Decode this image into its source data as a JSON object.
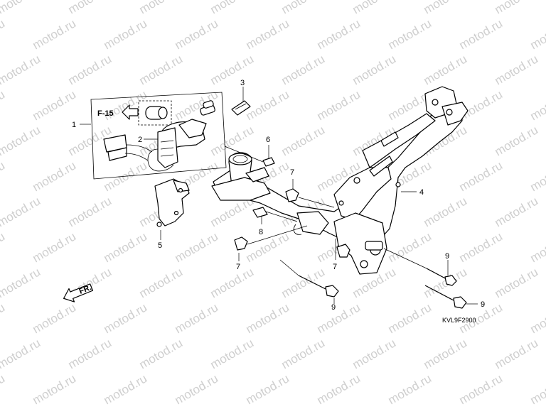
{
  "diagram": {
    "reference": "F-15",
    "direction_label": "FR.",
    "drawing_code": "KVL9F2900",
    "watermark": "motod.ru",
    "callouts": [
      {
        "id": "c1",
        "label": "1"
      },
      {
        "id": "c2",
        "label": "2"
      },
      {
        "id": "c3",
        "label": "3"
      },
      {
        "id": "c4",
        "label": "4"
      },
      {
        "id": "c5",
        "label": "5"
      },
      {
        "id": "c6",
        "label": "6"
      },
      {
        "id": "c7a",
        "label": "7"
      },
      {
        "id": "c7b",
        "label": "7"
      },
      {
        "id": "c7c",
        "label": "7"
      },
      {
        "id": "c8",
        "label": "8"
      },
      {
        "id": "c9a",
        "label": "9"
      },
      {
        "id": "c9b",
        "label": "9"
      },
      {
        "id": "c9c",
        "label": "9"
      }
    ]
  }
}
